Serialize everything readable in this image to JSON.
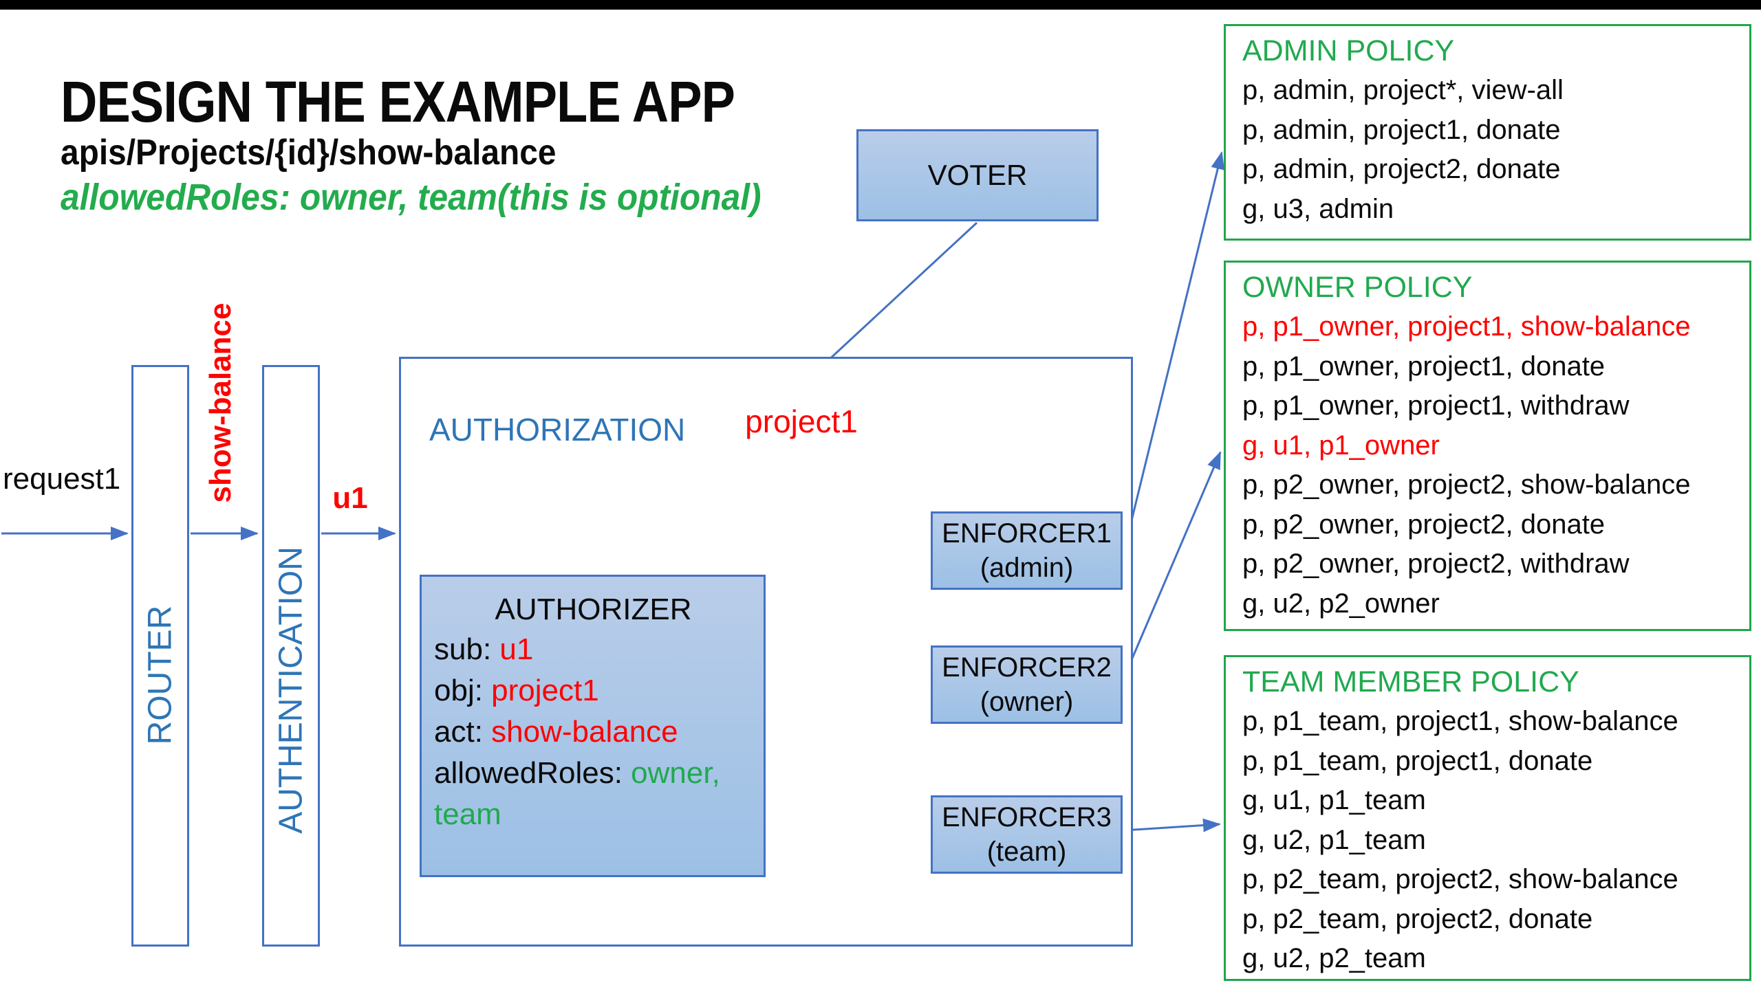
{
  "header": {
    "title": "DESIGN THE EXAMPLE APP",
    "subtitle": "apis/Projects/{id}/show-balance",
    "note": "allowedRoles: owner, team(this is optional)"
  },
  "flow": {
    "request_label": "request1",
    "show_balance_label": "show-balance",
    "u1_label": "u1",
    "router_label": "ROUTER",
    "authentication_label": "AUTHENTICATION",
    "authorization_label": "AUTHORIZATION",
    "project1_label": "project1",
    "voter_label": "VOTER"
  },
  "authorizer": {
    "title": "AUTHORIZER",
    "fields": [
      {
        "label": "sub: ",
        "value": "u1",
        "color": "red"
      },
      {
        "label": "obj: ",
        "value": "project1",
        "color": "red"
      },
      {
        "label": "act: ",
        "value": "show-balance",
        "color": "red"
      },
      {
        "label": "allowedRoles: ",
        "value": "owner, team",
        "color": "green"
      }
    ]
  },
  "enforcers": [
    {
      "name": "ENFORCER1",
      "role": "(admin)"
    },
    {
      "name": "ENFORCER2",
      "role": "(owner)"
    },
    {
      "name": "ENFORCER3",
      "role": "(team)"
    }
  ],
  "policies": [
    {
      "title": "ADMIN POLICY",
      "rows": [
        {
          "text": "p, admin, project*, view-all",
          "color": "black"
        },
        {
          "text": "p, admin, project1, donate",
          "color": "black"
        },
        {
          "text": "p, admin, project2, donate",
          "color": "black"
        },
        {
          "text": "g, u3, admin",
          "color": "black"
        }
      ]
    },
    {
      "title": "OWNER POLICY",
      "rows": [
        {
          "text": "p, p1_owner, project1, show-balance",
          "color": "red"
        },
        {
          "text": "p, p1_owner, project1, donate",
          "color": "black"
        },
        {
          "text": "p, p1_owner, project1, withdraw",
          "color": "black"
        },
        {
          "text": "g, u1, p1_owner",
          "color": "red"
        },
        {
          "text": "p, p2_owner, project2, show-balance",
          "color": "black"
        },
        {
          "text": "p, p2_owner, project2, donate",
          "color": "black"
        },
        {
          "text": "p, p2_owner, project2, withdraw",
          "color": "black"
        },
        {
          "text": "g, u2, p2_owner",
          "color": "black"
        }
      ]
    },
    {
      "title": "TEAM MEMBER POLICY",
      "rows": [
        {
          "text": "p, p1_team, project1, show-balance",
          "color": "black"
        },
        {
          "text": "p, p1_team, project1, donate",
          "color": "black"
        },
        {
          "text": "g, u1, p1_team",
          "color": "black"
        },
        {
          "text": "g, u2, p1_team",
          "color": "black"
        },
        {
          "text": "p, p2_team, project2, show-balance",
          "color": "black"
        },
        {
          "text": "p, p2_team, project2, donate",
          "color": "black"
        },
        {
          "text": "g, u2, p2_team",
          "color": "black"
        }
      ]
    }
  ],
  "colors": {
    "accent_blue_border": "#4472C4",
    "label_blue": "#2E75B6",
    "policy_green": "#21A54D",
    "highlight_red": "#FF0000",
    "highlight_green": "#21A94E",
    "arrow_green": "#70AD47",
    "box_fill_top": "#B9CDE9",
    "box_fill_bottom": "#9CC0E5",
    "top_bar": "#000000"
  }
}
